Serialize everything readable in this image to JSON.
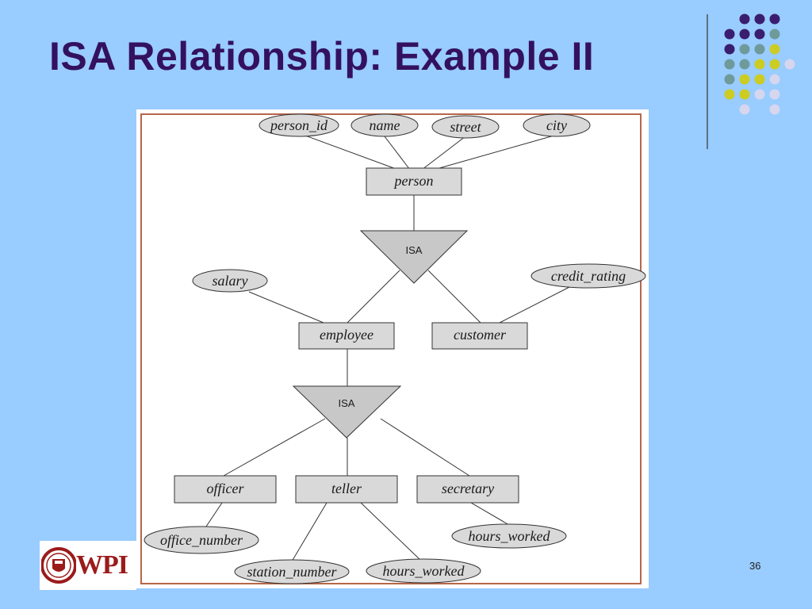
{
  "slide": {
    "title": "ISA Relationship: Example II",
    "page_number": "36"
  },
  "logo": {
    "text": "WPI"
  },
  "colors": {
    "background": "#99ccff",
    "title": "#33115f",
    "purple": "#3a1d6e",
    "teal": "#6f9a9a",
    "yellow": "#cccc22",
    "lavender": "#d6d6ee",
    "entity_fill": "#d9d9d9"
  },
  "diagram": {
    "attributes": {
      "person_id": "person_id",
      "name": "name",
      "street": "street",
      "city": "city",
      "salary": "salary",
      "credit_rating": "credit_rating",
      "office_number": "office_number",
      "station_number": "station_number",
      "hours_worked_teller": "hours_worked",
      "hours_worked_secretary": "hours_worked"
    },
    "entities": {
      "person": "person",
      "employee": "employee",
      "customer": "customer",
      "officer": "officer",
      "teller": "teller",
      "secretary": "secretary"
    },
    "isa_top": "ISA",
    "isa_bottom": "ISA"
  }
}
